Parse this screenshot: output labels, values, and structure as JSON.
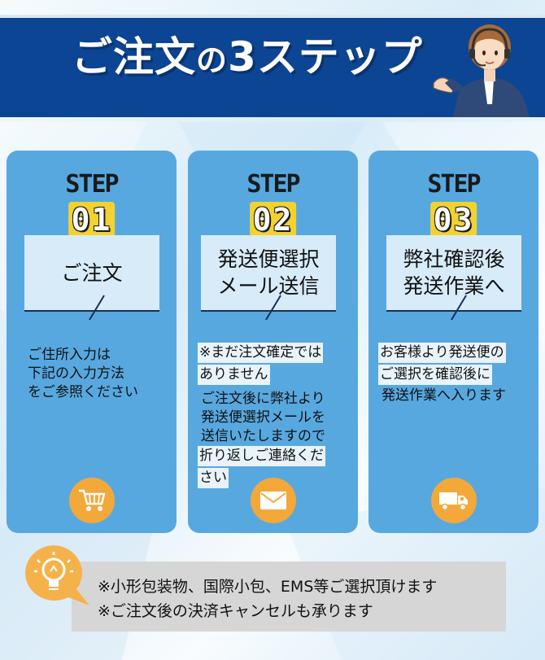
{
  "header": {
    "title_part1": "ご注文",
    "title_part2": "の",
    "title_part3": "3ステップ"
  },
  "steps": [
    {
      "step_label": "STEP",
      "step_number": "01",
      "title_lines": [
        "ご注文"
      ],
      "desc_plain": [
        "ご住所入力は",
        "下記の入力方法",
        "をご参照ください"
      ],
      "desc_highlight": [],
      "icon": "shopping-cart-icon"
    },
    {
      "step_label": "STEP",
      "step_number": "02",
      "title_lines": [
        "発送便選択",
        "メール送信"
      ],
      "desc_highlight": [
        "※まだ注文確定では",
        "ありません"
      ],
      "desc_plain": [
        "ご注文後に弊社より",
        "発送便選択メールを",
        "送信いたしますので"
      ],
      "desc_highlight2": [
        "折り返しご連絡くだ",
        "さい"
      ],
      "icon": "envelope-icon"
    },
    {
      "step_label": "STEP",
      "step_number": "03",
      "title_lines": [
        "弊社確認後",
        "発送作業へ"
      ],
      "desc_highlight": [
        "お客様より発送便の",
        "ご選択を確認後に"
      ],
      "desc_plain": [
        "発送作業へ入ります"
      ],
      "icon": "delivery-truck-icon"
    }
  ],
  "notes": [
    "※小形包装物、国際小包、EMS等ご選択頂けます",
    "※ご注文後の決済キャンセルも承ります"
  ],
  "colors": {
    "header_bg": "#0b4594",
    "card_bg": "#58a8e0",
    "label_bg": "#d7ebf9",
    "step_number_bg": "#f2d22e",
    "icon_bg": "#f3a83a",
    "note_bg": "#d6d6d6"
  }
}
